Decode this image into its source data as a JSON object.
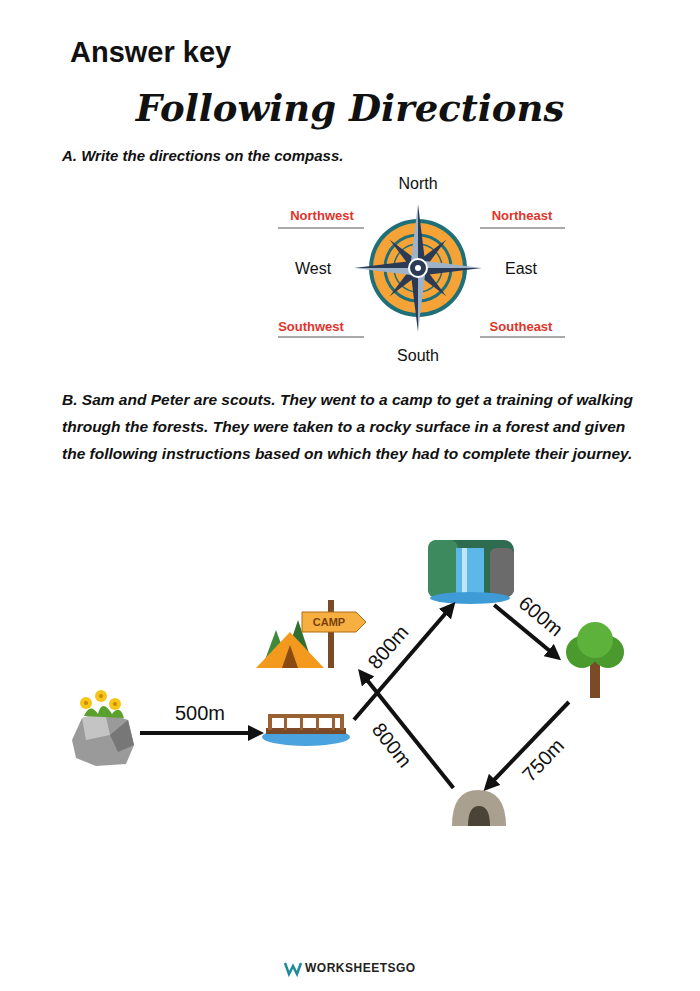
{
  "diagram": {
    "title": "Following Directions",
    "nodes": [
      {
        "text": [
          "CAMP"
        ]
      },
      {
        "text": []
      },
      {
        "text": []
      },
      {
        "text": []
      },
      {
        "text": []
      },
      {
        "text": []
      }
    ],
    "edges": [
      {
        "from": 2,
        "to": 3,
        "label": "500m",
        "arrow": "to"
      },
      {
        "from": 3,
        "to": 1,
        "label": "800m",
        "arrow": "to"
      },
      {
        "from": 1,
        "to": 4,
        "label": "600m",
        "arrow": "to"
      },
      {
        "from": 4,
        "to": 5,
        "label": "750m",
        "arrow": "to"
      },
      {
        "from": 5,
        "to": 0,
        "label": "800m",
        "arrow": "to"
      }
    ],
    "labels": [
      "Answer key",
      "A. Write the directions on the compass.",
      "North",
      "Northwest",
      "Northeast",
      "West",
      "East",
      "Southwest",
      "Southeast",
      "South",
      "B. Sam and Peter are scouts. They went to a camp to get a training of walking through the forests. They were taken to a rocky surface in a forest and given the following instructions based on which they had to complete their journey.",
      "WORKSHEETSGO"
    ]
  }
}
